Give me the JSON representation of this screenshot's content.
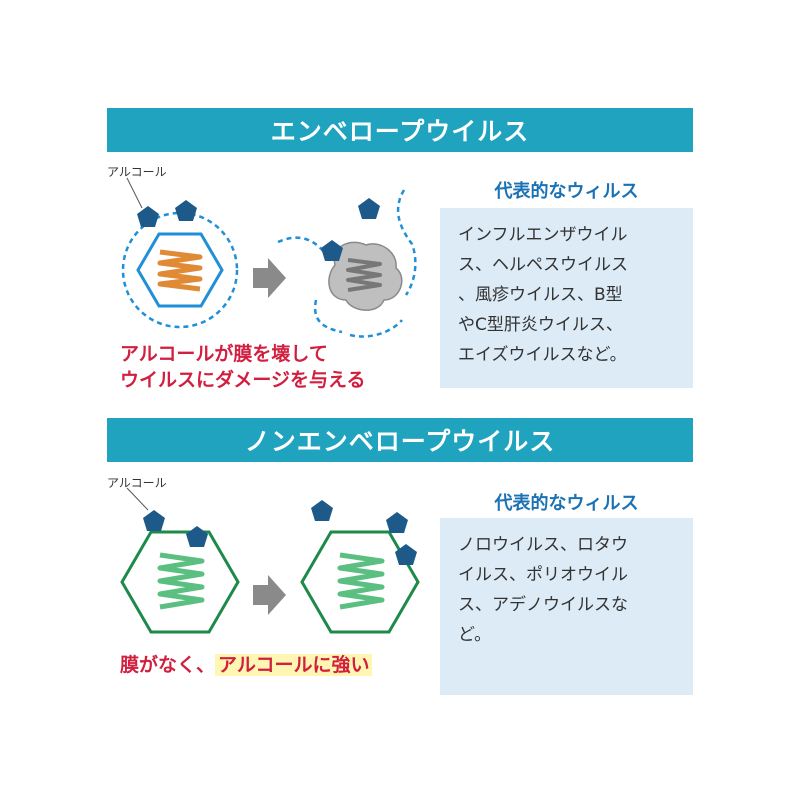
{
  "colors": {
    "banner": "#1fa3bf",
    "title_blue": "#1a72b4",
    "box_bg": "#dcebf6",
    "caption_red": "#d11f3f",
    "hexagon_blue": "#1f8fd8",
    "hexagon_green": "#1e8a4a",
    "coil_orange": "#e08a35",
    "coil_green": "#5bbf82",
    "coil_gray": "#777777",
    "alcohol_molecule": "#1d5a8a",
    "highlight": "#fff6b3"
  },
  "enveloped": {
    "header": "エンベロープウイルス",
    "alcohol_label": "アルコール",
    "caption_lines": [
      "アルコールが膜を壊して",
      "ウイルスにダメージを与える"
    ],
    "representative_title": "代表的なウィルス",
    "representative_lines": [
      "インフルエンザウイル",
      "ス、ヘルペスウイルス",
      "、風疹ウイルス、B型",
      "やC型肝炎ウイルス、",
      "エイズウイルスなど。"
    ]
  },
  "non_enveloped": {
    "header": "ノンエンベロープウイルス",
    "alcohol_label": "アルコール",
    "caption_prefix": "膜がなく、",
    "caption_highlight": "アルコールに強い",
    "representative_title": "代表的なウィルス",
    "representative_lines": [
      "ノロウイルス、ロタウ",
      "イルス、ポリオウイル",
      "ス、アデノウイルスな",
      "ど。"
    ]
  }
}
